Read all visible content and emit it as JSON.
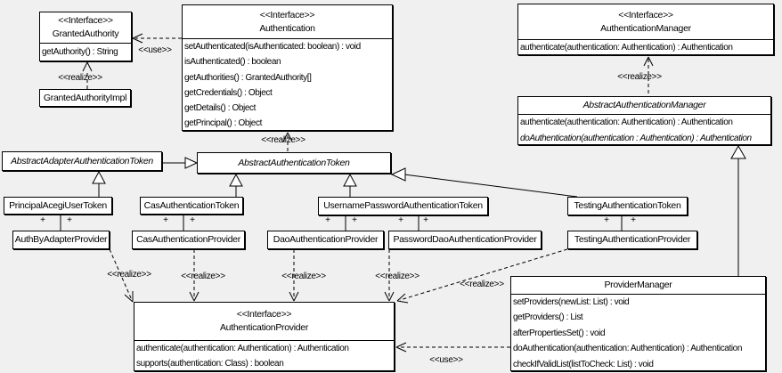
{
  "diagram": {
    "background_color": "#f0f0f0",
    "box_fill_color": "#ffffff",
    "line_color": "#000000"
  },
  "labels": {
    "use": "<<use>>",
    "realize": "<<realize>>",
    "plus": "+"
  },
  "classes": {
    "granted_authority": {
      "stereotype": "<<Interface>>",
      "name": "GrantedAuthority",
      "methods": [
        "getAuthority() : String"
      ]
    },
    "granted_authority_impl": {
      "name": "GrantedAuthorityImpl"
    },
    "authentication": {
      "stereotype": "<<Interface>>",
      "name": "Authentication",
      "methods": [
        "setAuthenticated(isAuthenticated: boolean) : void",
        "isAuthenticated() : boolean",
        "getAuthorities() : GrantedAuthority[]",
        "getCredentials() : Object",
        "getDetails() : Object",
        "getPrincipal() : Object"
      ]
    },
    "authentication_manager": {
      "stereotype": "<<Interface>>",
      "name": "AuthenticationManager",
      "methods": [
        "authenticate(authentication: Authentication) : Authentication"
      ]
    },
    "abstract_authentication_manager": {
      "name": "AbstractAuthenticationManager",
      "methods": [
        "authenticate(authentication: Authentication) : Authentication",
        "doAuthentication(authentication : Authentication) : Authentication"
      ]
    },
    "abstract_adapter_authentication_token": {
      "name": "AbstractAdapterAuthenticationToken"
    },
    "abstract_authentication_token": {
      "name": "AbstractAuthenticationToken"
    },
    "principal_acegi_user_token": {
      "name": "PrincipalAcegiUserToken"
    },
    "cas_authentication_token": {
      "name": "CasAuthenticationToken"
    },
    "username_password_authentication_token": {
      "name": "UsernamePasswordAuthenticationToken"
    },
    "testing_authentication_token": {
      "name": "TestingAuthenticationToken"
    },
    "auth_by_adapter_provider": {
      "name": "AuthByAdapterProvider"
    },
    "cas_authentication_provider": {
      "name": "CasAuthenticationProvider"
    },
    "dao_authentication_provider": {
      "name": "DaoAuthenticationProvider"
    },
    "password_dao_authentication_provider": {
      "name": "PasswordDaoAuthenticationProvider"
    },
    "testing_authentication_provider": {
      "name": "TestingAuthenticationProvider"
    },
    "authentication_provider": {
      "stereotype": "<<Interface>>",
      "name": "AuthenticationProvider",
      "methods": [
        "authenticate(authentication: Authentication) : Authentication",
        "supports(authentication: Class) : boolean"
      ]
    },
    "provider_manager": {
      "name": "ProviderManager",
      "methods": [
        "setProviders(newList: List) : void",
        "getProviders() : List",
        "afterPropertiesSet() : void",
        "doAuthentication(authentication: Authentication) : Authentication",
        "checkIfValidList(listToCheck: List) : void"
      ]
    }
  }
}
